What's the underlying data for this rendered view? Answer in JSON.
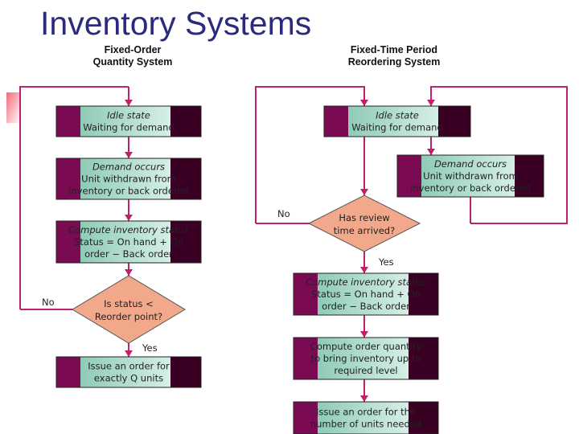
{
  "title": "Inventory Systems",
  "left": {
    "heading": [
      "Fixed-Order",
      "Quantity System"
    ],
    "idle": [
      "Idle state",
      "Waiting for demand"
    ],
    "demand": [
      "Demand occurs",
      "Unit withdrawn from",
      "inventory or back ordered"
    ],
    "compute": [
      "Compute inventory status",
      "Status = On hand + On",
      "order − Back order"
    ],
    "decision": [
      "Is status <",
      "Reorder point?"
    ],
    "no": "No",
    "yes": "Yes",
    "issue": [
      "Issue an order for",
      "exactly Q units"
    ]
  },
  "right": {
    "heading": [
      "Fixed-Time Period",
      "Reordering System"
    ],
    "idle": [
      "Idle state",
      "Waiting for demand"
    ],
    "demand": [
      "Demand occurs",
      "Unit withdrawn from",
      "inventory or back ordered"
    ],
    "decision": [
      "Has review",
      "time arrived?"
    ],
    "no": "No",
    "yes": "Yes",
    "compute": [
      "Compute inventory status",
      "Status = On hand + On",
      "order − Back order"
    ],
    "order_qty": [
      "Compute order quantity",
      "to bring inventory up to",
      "required level"
    ],
    "issue": [
      "Issue an order for the",
      "number of units needed"
    ]
  },
  "colors": {
    "title": "#2b2a7c",
    "line": "#c0206e",
    "purple": "#7a0a52",
    "teal": "#a8d8c8",
    "dark": "#3a0024",
    "diamond": "#f2a88a"
  }
}
